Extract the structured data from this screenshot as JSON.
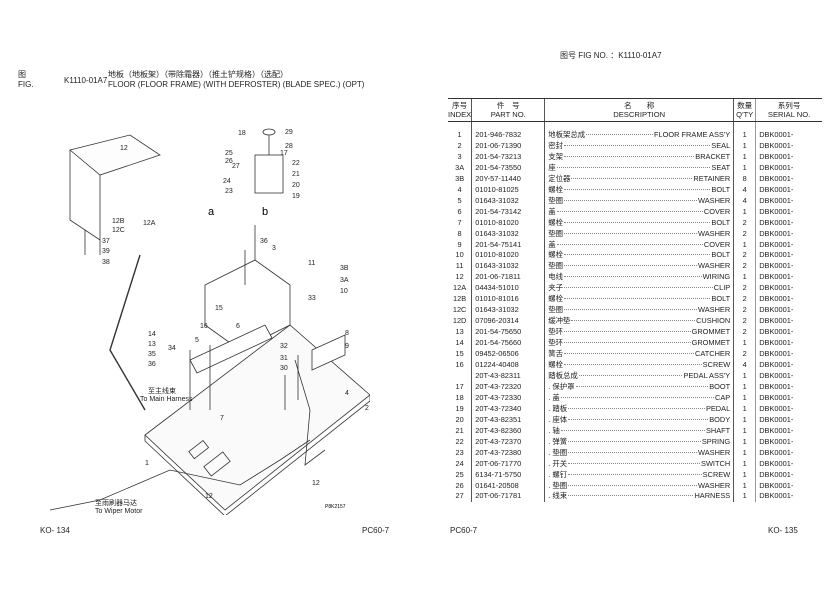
{
  "figure": {
    "fig_label_cn": "图",
    "fig_label_en": "FIG.",
    "fig_no": "K1110-01A7",
    "title_cn": "地板（地板架）（带除霜器）（推土铲规格）（选配）",
    "title_en": "FLOOR (FLOOR FRAME) (WITH DEFROSTER) (BLADE SPEC.) (OPT)",
    "fig_no_header": "图号  FIG NO.  ：K1110-01A7"
  },
  "diagram": {
    "to_main_harness_cn": "至主线束",
    "to_main_harness_en": "To Main Harness",
    "to_wiper_motor_cn": "至雨刷器马达",
    "to_wiper_motor_en": "To Wiper Motor",
    "drawing_code": "P8K2157",
    "callouts": [
      "18",
      "29",
      "28",
      "27",
      "25",
      "26",
      "24",
      "23",
      "22",
      "21",
      "20",
      "19",
      "17",
      "a",
      "b",
      "12",
      "12A",
      "12B",
      "12C",
      "37",
      "39",
      "38",
      "36",
      "3",
      "3B",
      "3A",
      "10",
      "11",
      "33",
      "8",
      "9",
      "14",
      "13",
      "35",
      "34",
      "36",
      "6",
      "5",
      "16",
      "15",
      "32",
      "31",
      "30",
      "4",
      "7",
      "2",
      "1",
      "12",
      "12"
    ]
  },
  "table": {
    "headers": {
      "index_cn": "序号",
      "index_en": "INDEX",
      "part_cn": "件　号",
      "part_en": "PART NO.",
      "desc_cn": "名　　称",
      "desc_en": "DESCRIPTION",
      "qty_cn": "数量",
      "qty_en": "Q'TY",
      "serial_cn": "系列号",
      "serial_en": "SERIAL NO."
    },
    "rows": [
      {
        "index": "1",
        "part": "201-946-7832",
        "cn": "地板架总成",
        "en": "FLOOR FRAME ASS'Y",
        "qty": "1",
        "serial": "DBK0001-"
      },
      {
        "index": "2",
        "part": "201-06-71390",
        "cn": "密封",
        "en": "SEAL",
        "qty": "1",
        "serial": "DBK0001-"
      },
      {
        "index": "3",
        "part": "201-54-73213",
        "cn": "支架",
        "en": "BRACKET",
        "qty": "1",
        "serial": "DBK0001-"
      },
      {
        "index": "3A",
        "part": "201-54-73550",
        "cn": "座",
        "en": "SEAT",
        "qty": "1",
        "serial": "DBK0001-"
      },
      {
        "index": "3B",
        "part": "20Y-57-11440",
        "cn": "定位器",
        "en": "RETAINER",
        "qty": "8",
        "serial": "DBK0001-"
      },
      {
        "index": "4",
        "part": "01010-81025",
        "cn": "螺栓",
        "en": "BOLT",
        "qty": "4",
        "serial": "DBK0001-"
      },
      {
        "index": "5",
        "part": "01643-31032",
        "cn": "垫圈",
        "en": "WASHER",
        "qty": "4",
        "serial": "DBK0001-"
      },
      {
        "index": "6",
        "part": "201-54-73142",
        "cn": "盖",
        "en": "COVER",
        "qty": "1",
        "serial": "DBK0001-"
      },
      {
        "index": "7",
        "part": "01010-81020",
        "cn": "螺栓",
        "en": "BOLT",
        "qty": "2",
        "serial": "DBK0001-"
      },
      {
        "index": "8",
        "part": "01643-31032",
        "cn": "垫圈",
        "en": "WASHER",
        "qty": "2",
        "serial": "DBK0001-"
      },
      {
        "index": "9",
        "part": "201-54-75141",
        "cn": "盖",
        "en": "COVER",
        "qty": "1",
        "serial": "DBK0001-"
      },
      {
        "index": "10",
        "part": "01010-81020",
        "cn": "螺栓",
        "en": "BOLT",
        "qty": "2",
        "serial": "DBK0001-"
      },
      {
        "index": "11",
        "part": "01643-31032",
        "cn": "垫圈",
        "en": "WASHER",
        "qty": "2",
        "serial": "DBK0001-"
      },
      {
        "index": "12",
        "part": "201-06-71811",
        "cn": "电线",
        "en": "WIRING",
        "qty": "1",
        "serial": "DBK0001-"
      },
      {
        "index": "12A",
        "part": "04434-51010",
        "cn": "夹子",
        "en": "CLIP",
        "qty": "2",
        "serial": "DBK0001-"
      },
      {
        "index": "12B",
        "part": "01010-81016",
        "cn": "螺栓",
        "en": "BOLT",
        "qty": "2",
        "serial": "DBK0001-"
      },
      {
        "index": "12C",
        "part": "01643-31032",
        "cn": "垫圈",
        "en": "WASHER",
        "qty": "2",
        "serial": "DBK0001-"
      },
      {
        "index": "12D",
        "part": "07096-20314",
        "cn": "缓冲垫",
        "en": "CUSHION",
        "qty": "2",
        "serial": "DBK0001-"
      },
      {
        "index": "13",
        "part": "201-54-75650",
        "cn": "垫环",
        "en": "GROMMET",
        "qty": "2",
        "serial": "DBK0001-"
      },
      {
        "index": "14",
        "part": "201-54-75660",
        "cn": "垫环",
        "en": "GROMMET",
        "qty": "1",
        "serial": "DBK0001-"
      },
      {
        "index": "15",
        "part": "09452-06506",
        "cn": "簧舌",
        "en": "CATCHER",
        "qty": "2",
        "serial": "DBK0001-"
      },
      {
        "index": "16",
        "part": "01224-40408",
        "cn": "螺栓",
        "en": "SCREW",
        "qty": "4",
        "serial": "DBK0001-"
      },
      {
        "index": "",
        "part": "20T-43-82311",
        "cn": "踏板总成",
        "en": "PEDAL ASS'Y",
        "qty": "1",
        "serial": "DBK0001-"
      },
      {
        "index": "17",
        "part": "20T-43-72320",
        "cn": ". 保护罩",
        "en": "BOOT",
        "qty": "1",
        "serial": "DBK0001-"
      },
      {
        "index": "18",
        "part": "20T-43-72330",
        "cn": ". 盖",
        "en": "CAP",
        "qty": "1",
        "serial": "DBK0001-"
      },
      {
        "index": "19",
        "part": "20T-43-72340",
        "cn": ". 踏板",
        "en": "PEDAL",
        "qty": "1",
        "serial": "DBK0001-"
      },
      {
        "index": "20",
        "part": "20T-43-82351",
        "cn": ". 座体",
        "en": "BODY",
        "qty": "1",
        "serial": "DBK0001-"
      },
      {
        "index": "21",
        "part": "20T-43-82360",
        "cn": ". 轴",
        "en": "SHAFT",
        "qty": "1",
        "serial": "DBK0001-"
      },
      {
        "index": "22",
        "part": "20T-43-72370",
        "cn": ". 弹簧",
        "en": "SPRING",
        "qty": "1",
        "serial": "DBK0001-"
      },
      {
        "index": "23",
        "part": "20T-43-72380",
        "cn": ". 垫圈",
        "en": "WASHER",
        "qty": "1",
        "serial": "DBK0001-"
      },
      {
        "index": "24",
        "part": "20T-06-71770",
        "cn": ". 开关",
        "en": "SWITCH",
        "qty": "1",
        "serial": "DBK0001-"
      },
      {
        "index": "25",
        "part": "6134-71-5750",
        "cn": ". 螺钉",
        "en": "SCREW",
        "qty": "1",
        "serial": "DBK0001-"
      },
      {
        "index": "26",
        "part": "01641-20508",
        "cn": ". 垫圈",
        "en": "WASHER",
        "qty": "1",
        "serial": "DBK0001-"
      },
      {
        "index": "27",
        "part": "20T-06-71781",
        "cn": ". 线束",
        "en": "HARNESS",
        "qty": "1",
        "serial": "DBK0001-"
      }
    ]
  },
  "footer": {
    "left_page": "KO- 134",
    "left_model": "PC60-7",
    "right_model": "PC60-7",
    "right_page": "KO- 135"
  }
}
